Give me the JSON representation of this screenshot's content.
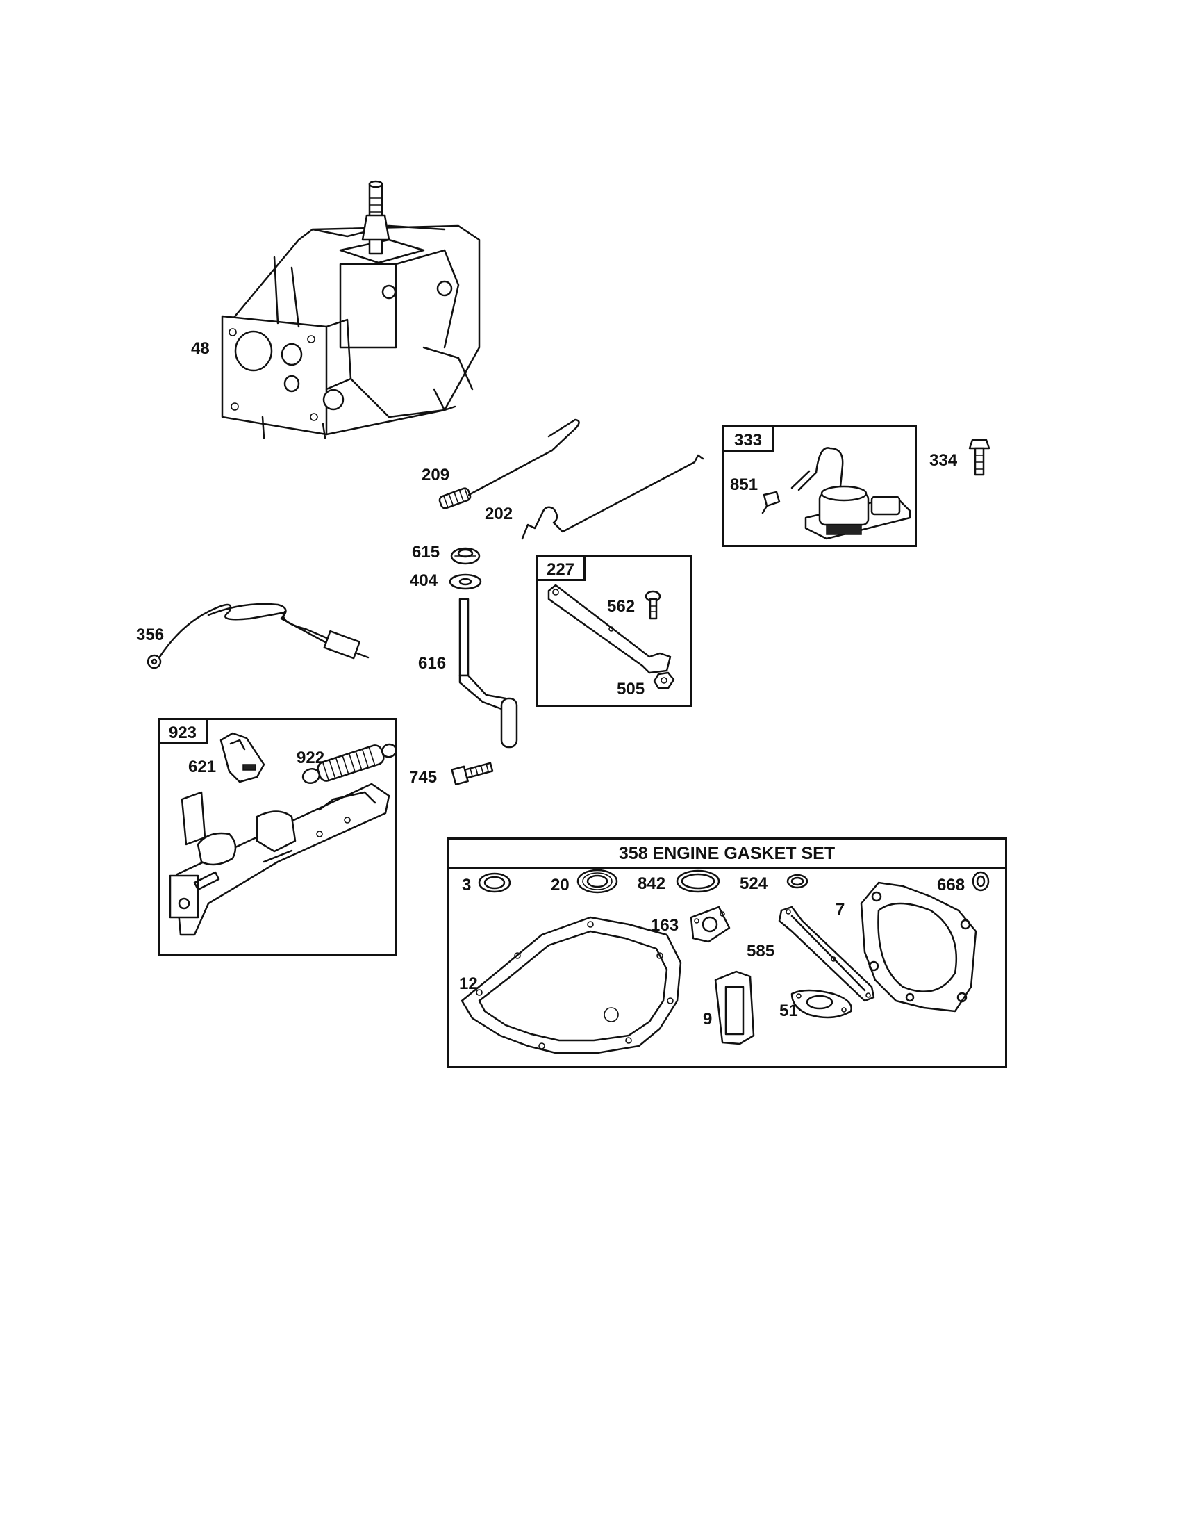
{
  "diagram": {
    "parts": {
      "p48": "48",
      "p209": "209",
      "p202": "202",
      "p333": "333",
      "p851": "851",
      "p334": "334",
      "p615": "615",
      "p404": "404",
      "p227": "227",
      "p562": "562",
      "p505": "505",
      "p356": "356",
      "p616": "616",
      "p923": "923",
      "p621": "621",
      "p922": "922",
      "p745": "745"
    },
    "gasket_set": {
      "title": "358 ENGINE GASKET SET",
      "parts": {
        "p3": "3",
        "p20": "20",
        "p842": "842",
        "p524": "524",
        "p668": "668",
        "p7": "7",
        "p163": "163",
        "p585": "585",
        "p12": "12",
        "p9": "9",
        "p51": "51"
      }
    }
  }
}
